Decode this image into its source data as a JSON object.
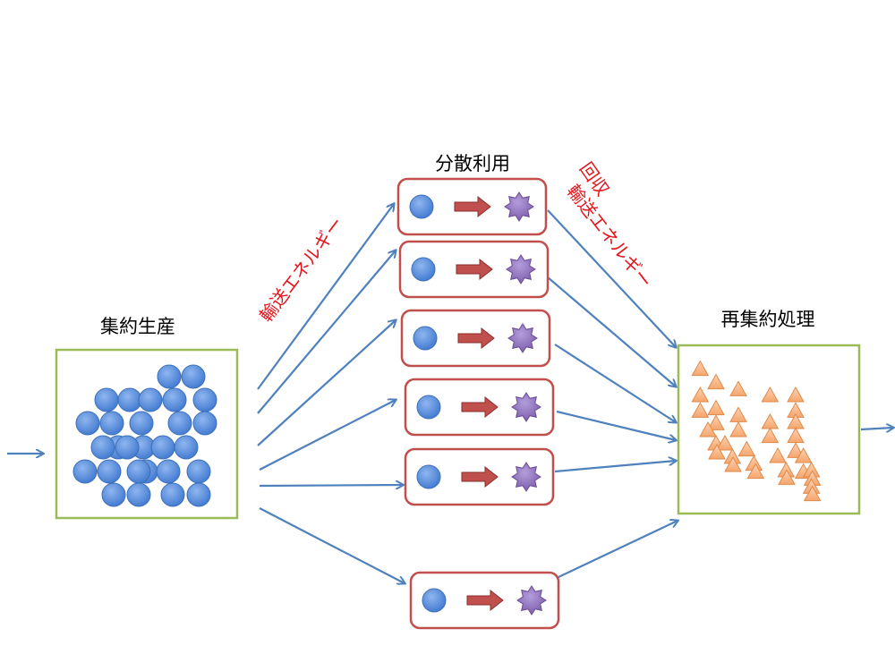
{
  "labels": {
    "production": "集約生産",
    "distributed": "分散利用",
    "reprocessing": "再集約処理"
  },
  "annotations": {
    "transport_energy": "輸送エネルギー",
    "recovery": "回収",
    "recovery_transport_energy": "輸送エネルギー"
  },
  "colors": {
    "green_box": "#9bbb59",
    "red_box": "#c0504d",
    "blue_arrow": "#4f81bd",
    "circle": "#5b8fd9",
    "star": "#8064a2",
    "triangle": "#f9b98a",
    "annotation_text": "#e8141b"
  },
  "distributed_units": [
    {
      "input": "circle-icon",
      "process": "red-arrow-icon",
      "output": "star-icon"
    },
    {
      "input": "circle-icon",
      "process": "red-arrow-icon",
      "output": "star-icon"
    },
    {
      "input": "circle-icon",
      "process": "red-arrow-icon",
      "output": "star-icon"
    },
    {
      "input": "circle-icon",
      "process": "red-arrow-icon",
      "output": "star-icon"
    },
    {
      "input": "circle-icon",
      "process": "red-arrow-icon",
      "output": "star-icon"
    },
    {
      "input": "circle-icon",
      "process": "red-arrow-icon",
      "output": "star-icon"
    }
  ]
}
